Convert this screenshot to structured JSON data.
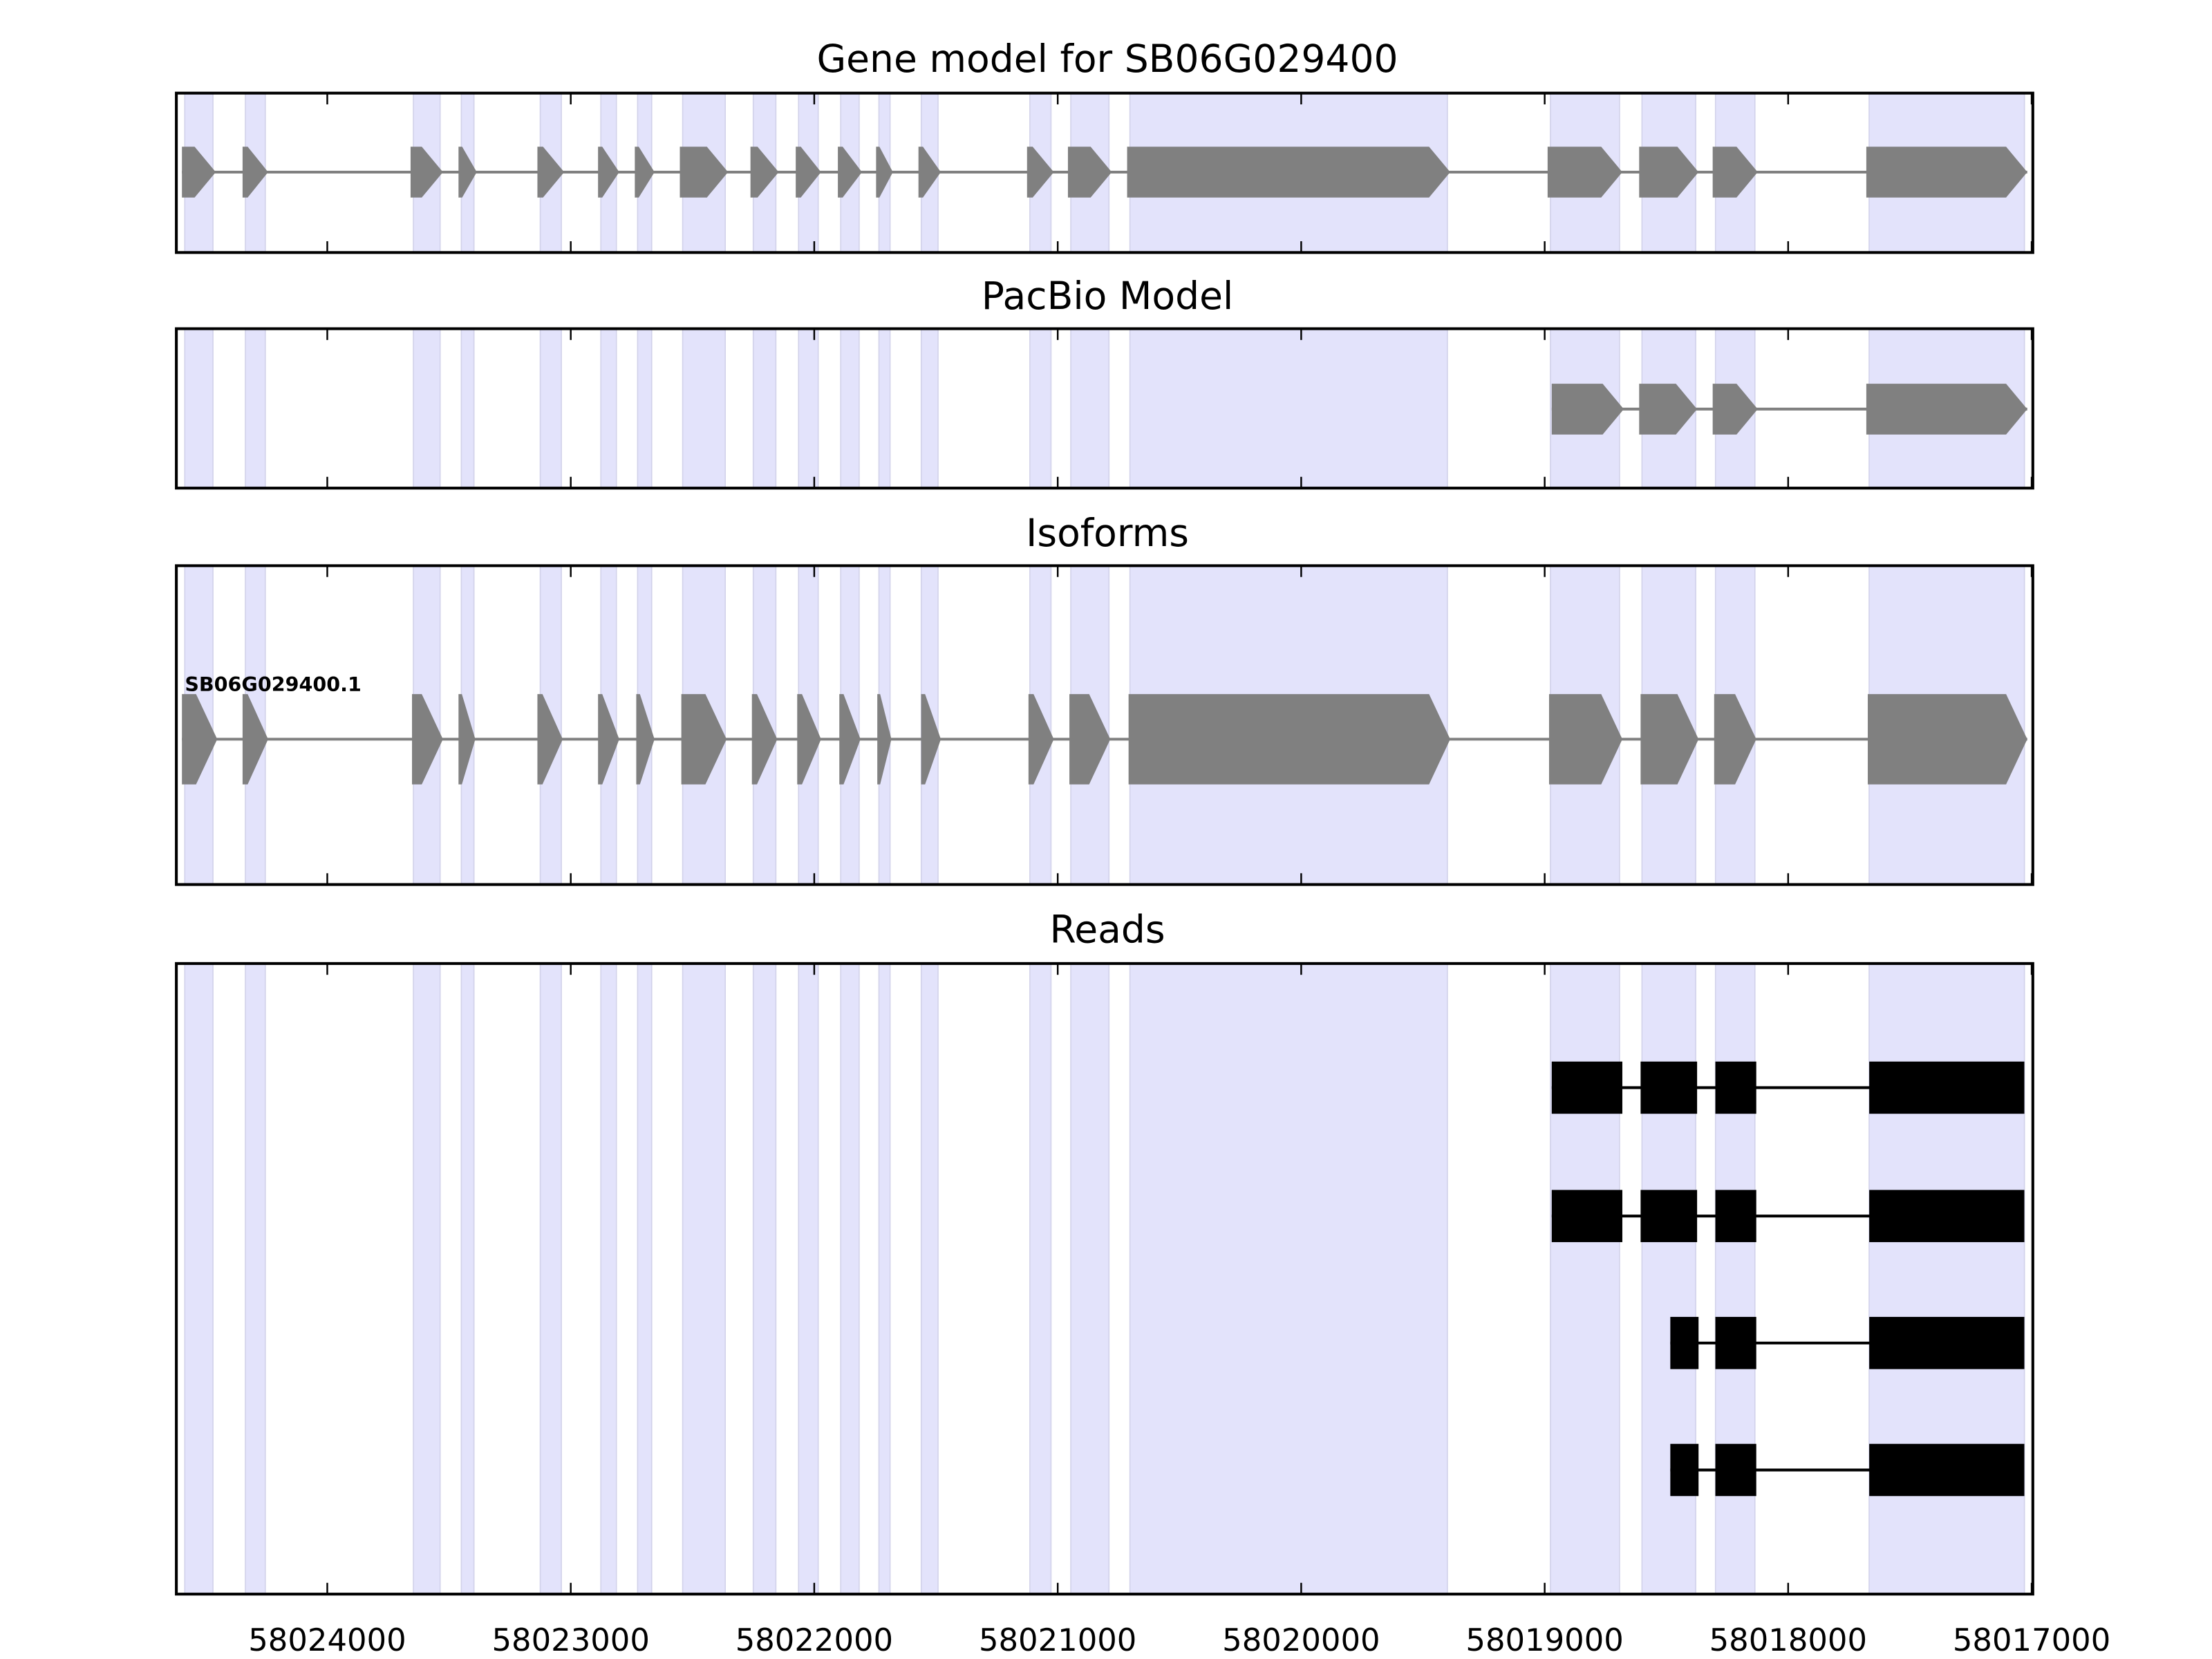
{
  "chart_data": {
    "type": "gene-track",
    "xlim": [
      58024597,
      58016994
    ],
    "x_ticks": [
      58024000,
      58023000,
      58022000,
      58021000,
      58020000,
      58019000,
      58018000,
      58017000
    ],
    "tick_labels": [
      "58024000",
      "58023000",
      "58022000",
      "58021000",
      "58020000",
      "58019000",
      "58018000",
      "58017000"
    ],
    "colors": {
      "exon": "#808080",
      "read": "#000000",
      "shade": "#e3e3fb",
      "shade_edge": "#d2d2ea"
    },
    "panels": [
      {
        "title": "Gene model for SB06G029400",
        "kind": "gene",
        "exons": [
          [
            58024597,
            58024458
          ],
          [
            58024348,
            58024243
          ],
          [
            58023658,
            58023525
          ],
          [
            58023461,
            58023386
          ],
          [
            58023137,
            58023027
          ],
          [
            58022888,
            58022801
          ],
          [
            58022737,
            58022656
          ],
          [
            58022552,
            58022354
          ],
          [
            58022262,
            58022146
          ],
          [
            58022076,
            58021972
          ],
          [
            58021903,
            58021804
          ],
          [
            58021746,
            58021677
          ],
          [
            58021572,
            58021480
          ],
          [
            58021126,
            58021016
          ],
          [
            58020958,
            58020778
          ],
          [
            58020715,
            58019388
          ],
          [
            58018988,
            58018681
          ],
          [
            58018612,
            58018368
          ],
          [
            58018310,
            58018125
          ],
          [
            58017679,
            58017018
          ]
        ]
      },
      {
        "title": "PacBio Model",
        "kind": "gene",
        "exons": [
          [
            58018971,
            58018675
          ],
          [
            58018612,
            58018374
          ],
          [
            58018310,
            58018125
          ],
          [
            58017679,
            58017018
          ]
        ]
      },
      {
        "title": "Isoforms",
        "kind": "isoform",
        "isoform_name": "SB06G029400.1",
        "exons": [
          [
            58024597,
            58024452
          ],
          [
            58024348,
            58024243
          ],
          [
            58023652,
            58023525
          ],
          [
            58023461,
            58023392
          ],
          [
            58023137,
            58023033
          ],
          [
            58022888,
            58022801
          ],
          [
            58022731,
            58022656
          ],
          [
            58022546,
            58022360
          ],
          [
            58022256,
            58022152
          ],
          [
            58022070,
            58021972
          ],
          [
            58021897,
            58021810
          ],
          [
            58021741,
            58021683
          ],
          [
            58021561,
            58021480
          ],
          [
            58021120,
            58021016
          ],
          [
            58020952,
            58020784
          ],
          [
            58020709,
            58019388
          ],
          [
            58018982,
            58018681
          ],
          [
            58018606,
            58018368
          ],
          [
            58018304,
            58018131
          ],
          [
            58017673,
            58017018
          ]
        ]
      },
      {
        "title": "Reads",
        "kind": "reads",
        "reads": [
          [
            [
              58018971,
              58018681
            ],
            [
              58018606,
              58018374
            ],
            [
              58018299,
              58018131
            ],
            [
              58017667,
              58017030
            ]
          ],
          [
            [
              58018971,
              58018681
            ],
            [
              58018606,
              58018374
            ],
            [
              58018299,
              58018131
            ],
            [
              58017667,
              58017030
            ]
          ],
          [
            [
              58018484,
              58018368
            ],
            [
              58018299,
              58018131
            ],
            [
              58017667,
              58017030
            ]
          ],
          [
            [
              58018484,
              58018368
            ],
            [
              58018299,
              58018131
            ],
            [
              58017667,
              58017030
            ]
          ]
        ]
      }
    ]
  }
}
